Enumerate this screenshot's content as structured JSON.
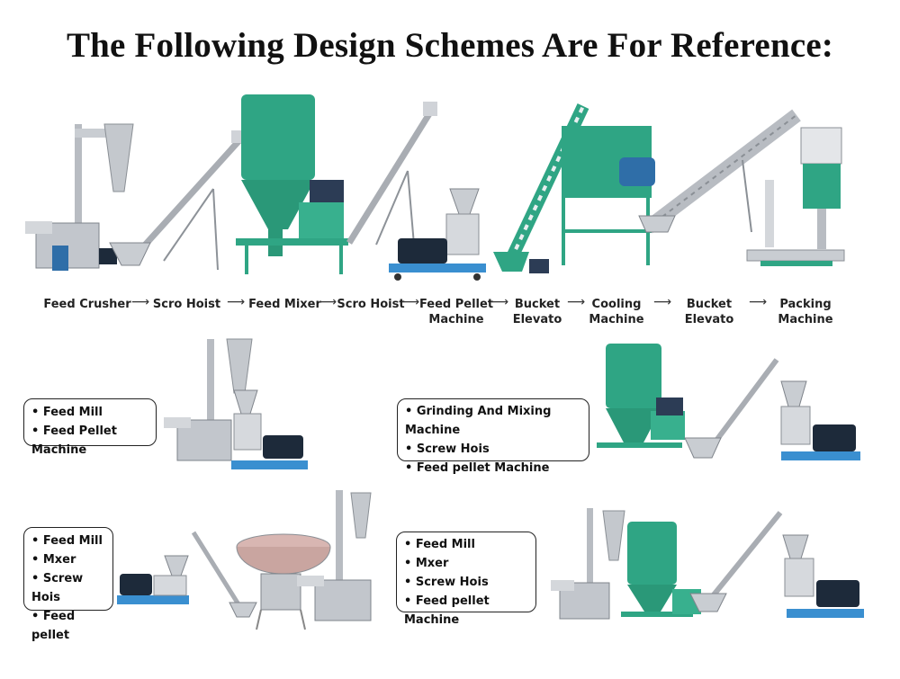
{
  "title": "The Following Design Schemes Are For Reference:",
  "flow": {
    "steps": [
      "Feed Crusher",
      "Scro Hoist",
      "Feed Mixer",
      "Scro Hoist",
      "Feed Pellet\nMachine",
      "Bucket\nElevato",
      "Cooling\nMachine",
      "Bucket\nElevato",
      "Packing\nMachine"
    ],
    "arrow": "⟶"
  },
  "schemes": [
    {
      "items": [
        "Feed Mill",
        "Feed Pellet Machine"
      ]
    },
    {
      "items": [
        "Grinding And Mixing Machine",
        "Screw Hois",
        "Feed pellet Machine"
      ]
    },
    {
      "items": [
        "Feed Mill",
        "Mxer",
        "Screw Hois",
        "Feed pellet"
      ]
    },
    {
      "items": [
        "Feed Mill",
        "Mxer",
        "Screw Hois",
        "Feed pellet Machine"
      ]
    }
  ],
  "colors": {
    "machine_green": "#2fa584",
    "frame_blue": "#3a8fd0",
    "steel": "#b8bcc2",
    "motor": "#1d2a3a"
  }
}
